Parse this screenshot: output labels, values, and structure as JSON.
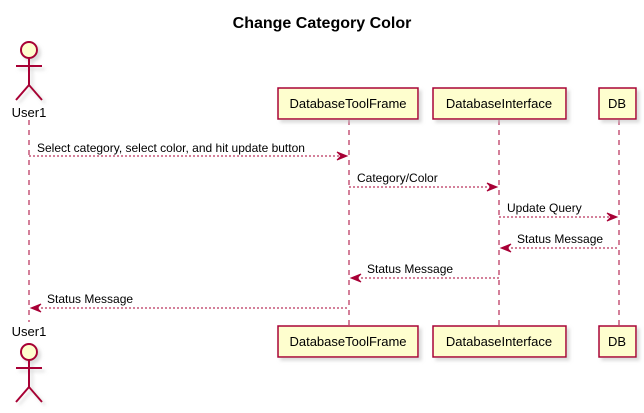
{
  "diagram": {
    "title": "Change Category Color",
    "colors": {
      "participant_fill": "#FEFECE",
      "border": "#A80036",
      "arrow": "#A80036",
      "lifeline": "#A80036",
      "shadow": "#C8C8C8"
    },
    "participants": {
      "user": {
        "label": "User1",
        "type": "actor"
      },
      "frame": {
        "label": "DatabaseToolFrame",
        "type": "participant"
      },
      "iface": {
        "label": "DatabaseInterface",
        "type": "participant"
      },
      "db": {
        "label": "DB",
        "type": "participant"
      }
    },
    "messages": [
      {
        "from": "User1",
        "to": "DatabaseToolFrame",
        "label": "Select category, select color, and hit update button",
        "style": "dashed"
      },
      {
        "from": "DatabaseToolFrame",
        "to": "DatabaseInterface",
        "label": "Category/Color",
        "style": "dashed"
      },
      {
        "from": "DatabaseInterface",
        "to": "DB",
        "label": "Update Query",
        "style": "dashed"
      },
      {
        "from": "DB",
        "to": "DatabaseInterface",
        "label": "Status Message",
        "style": "dashed"
      },
      {
        "from": "DatabaseInterface",
        "to": "DatabaseToolFrame",
        "label": "Status Message",
        "style": "dashed"
      },
      {
        "from": "DatabaseToolFrame",
        "to": "User1",
        "label": "Status Message",
        "style": "dashed"
      }
    ]
  }
}
